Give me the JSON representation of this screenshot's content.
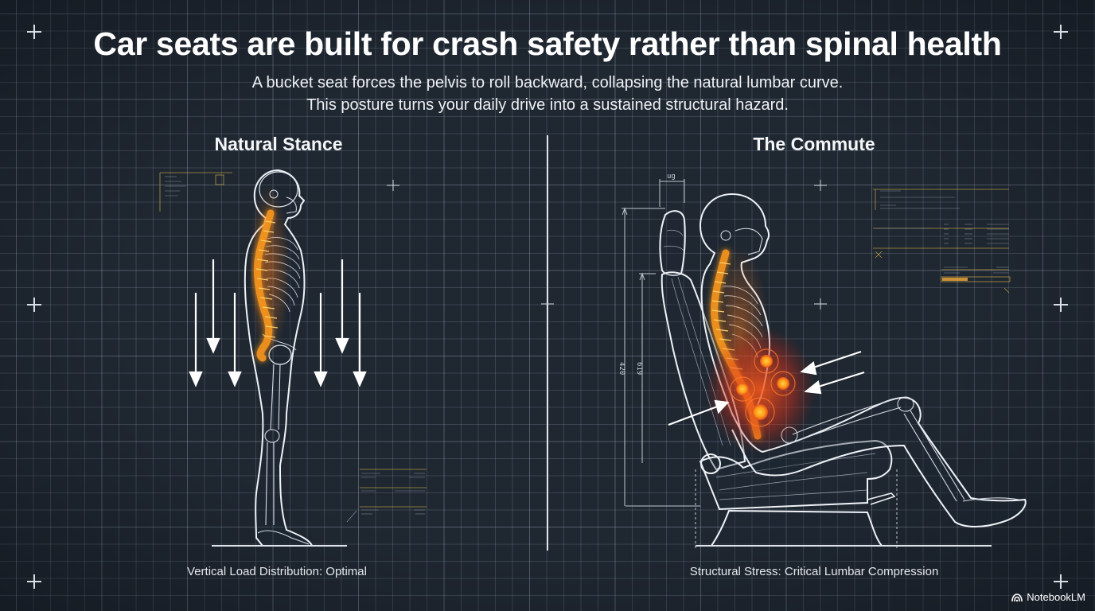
{
  "header": {
    "title": "Car seats are built for crash safety rather than spinal health",
    "subtitle_line1": "A bucket seat forces the pelvis to roll backward, collapsing the natural lumbar curve.",
    "subtitle_line2": "This posture turns your daily drive into a sustained structural hazard."
  },
  "panels": [
    {
      "title": "Natural Stance",
      "caption": "Vertical Load Distribution: Optimal",
      "figure": "standing-skeleton",
      "arrows": "downward-load-arrows",
      "arrow_count": 6
    },
    {
      "title": "The Commute",
      "caption": "Structural Stress: Critical Lumbar Compression",
      "figure": "seated-skeleton-in-car-seat",
      "arrows": "inward-pressure-arrows",
      "arrow_count": 3,
      "stress_points": 4,
      "dimension_labels": [
        "ug",
        "420",
        "619"
      ]
    }
  ],
  "colors": {
    "background": "#1f2731",
    "grid": "#5a6878",
    "line_art": "#e8edf2",
    "spine_glow": "#ff9a1f",
    "stress_core": "#ffb020",
    "stress_halo": "#e0401a",
    "callout": "#c9a84a"
  },
  "branding": {
    "logo_label": "NotebookLM",
    "logo_icon": "notebooklm-icon"
  }
}
